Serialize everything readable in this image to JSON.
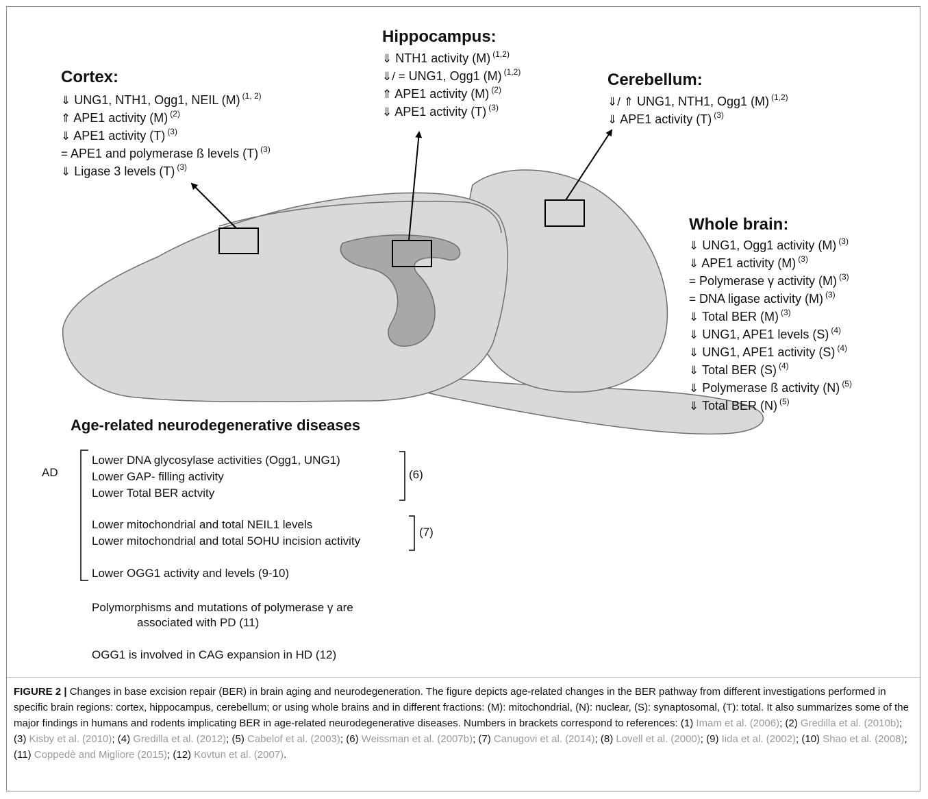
{
  "colors": {
    "brain_fill": "#d9d9d9",
    "hippocampus_fill": "#a8a8a8",
    "outline": "#6e6e6e",
    "reference_link": "#9a9a9a"
  },
  "cortex": {
    "title": "Cortex:",
    "lines": [
      {
        "arrow": "⇓",
        "text": "UNG1, NTH1, Ogg1, NEIL  (M)",
        "ref": "(1, 2)"
      },
      {
        "arrow": "⇑",
        "text": "APE1 activity (M)",
        "ref": "(2)"
      },
      {
        "arrow": "⇓",
        "text": "APE1 activity (T)",
        "ref": "(3)"
      },
      {
        "arrow": "=",
        "text": "APE1 and polymerase ß levels (T)",
        "ref": "(3)"
      },
      {
        "arrow": "⇓",
        "text": "Ligase 3  levels (T)",
        "ref": "(3)"
      }
    ]
  },
  "hippocampus": {
    "title": "Hippocampus:",
    "lines": [
      {
        "arrow": "⇓",
        "text": "NTH1 activity (M)",
        "ref": "(1,2)"
      },
      {
        "arrow": "⇓/ =",
        "text": "UNG1, Ogg1  (M)",
        "ref": "(1,2)"
      },
      {
        "arrow": "⇑",
        "text": "APE1 activity  (M)",
        "ref": "(2)"
      },
      {
        "arrow": "⇓",
        "text": "APE1 activity (T)",
        "ref": "(3)"
      }
    ]
  },
  "cerebellum": {
    "title": "Cerebellum:",
    "lines": [
      {
        "arrow": "⇓/ ⇑",
        "text": "UNG1, NTH1, Ogg1 (M)",
        "ref": "(1,2)"
      },
      {
        "arrow": "⇓",
        "text": "APE1 activity (T)",
        "ref": "(3)"
      }
    ]
  },
  "whole_brain": {
    "title": "Whole brain:",
    "lines": [
      {
        "arrow": "⇓",
        "text": "UNG1, Ogg1 activity (M)",
        "ref": "(3)"
      },
      {
        "arrow": "⇓",
        "text": "APE1 activity (M)",
        "ref": "(3)"
      },
      {
        "arrow": "=",
        "text": "Polymerase γ activity (M)",
        "ref": "(3)"
      },
      {
        "arrow": "=",
        "text": "DNA ligase activity (M)",
        "ref": "(3)"
      },
      {
        "arrow": "⇓",
        "text": "Total BER (M)",
        "ref": "(3)"
      },
      {
        "arrow": "⇓",
        "text": "UNG1, APE1 levels (S)",
        "ref": "(4)"
      },
      {
        "arrow": "⇓",
        "text": "UNG1, APE1 activity (S)",
        "ref": "(4)"
      },
      {
        "arrow": "⇓",
        "text": "Total BER (S)",
        "ref": "(4)"
      },
      {
        "arrow": "⇓",
        "text": "Polymerase ß activity (N)",
        "ref": "(5)"
      },
      {
        "arrow": "⇓",
        "text": "Total BER  (N)",
        "ref": "(5)"
      }
    ]
  },
  "diseases": {
    "title": "Age-related neurodegenerative diseases",
    "ad_label": "AD",
    "group1": [
      "Lower DNA glycosylase activities (Ogg1, UNG1)",
      "Lower GAP- filling activity",
      "Lower Total BER actvity"
    ],
    "group1_ref": "(6)",
    "group2": [
      "Lower mitochondrial and total NEIL1 levels",
      "Lower mitochondrial and total 5OHU incision activity"
    ],
    "group2_ref": "(7)",
    "ogg1_line": "Lower OGG1 activity and levels (9-10)",
    "pd_line1": "Polymorphisms and mutations of polymerase γ are",
    "pd_line2": "associated with PD (11)",
    "hd_line": "OGG1 is involved in CAG expansion in HD (12)"
  },
  "caption": {
    "label": "FIGURE 2 |",
    "text1": " Changes in base excision repair (BER) in brain aging and neurodegeneration. The figure depicts age-related changes in the BER pathway from different investigations performed in specific brain regions: cortex, hippocampus, cerebellum; or using whole brains and in different fractions: (M): mitochondrial, (N): nuclear, (S): synaptosomal, (T): total. It also summarizes some of the major findings in humans and rodents implicating BER in age-related neurodegenerative diseases. Numbers in brackets correspond to references: (1) ",
    "r1": "Imam et al. (2006)",
    "s1": "; (2) ",
    "r2": "Gredilla et al. (2010b)",
    "s2": "; (3) ",
    "r3": "Kisby et al. (2010)",
    "s3": "; (4) ",
    "r4": "Gredilla et al. (2012)",
    "s4": "; (5) ",
    "r5": "Cabelof et al. (2003)",
    "s5": "; (6) ",
    "r6": "Weissman et al. (2007b)",
    "s6": "; (7) ",
    "r7": "Canugovi et al. (2014)",
    "s7": "; (8) ",
    "r8": "Lovell et al. (2000)",
    "s8": "; (9) ",
    "r9": "Iida et al. (2002)",
    "s9": "; (10) ",
    "r10": "Shao et al. (2008)",
    "s10": "; (11) ",
    "r11": "Coppedè and Migliore (2015)",
    "s11": "; (12) ",
    "r12": "Kovtun et al. (2007)",
    "s12": "."
  }
}
